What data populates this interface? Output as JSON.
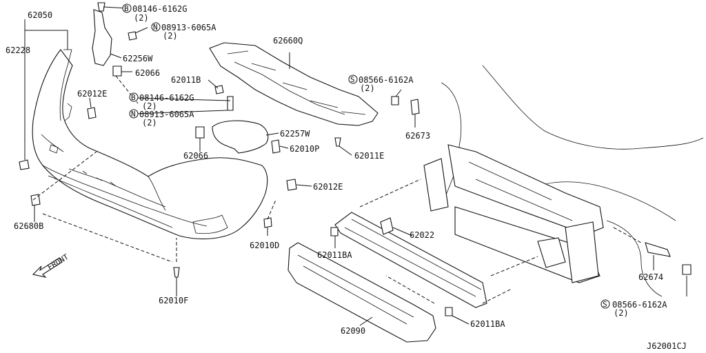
{
  "diagram_code": "J62001CJ",
  "direction_label": "FRONT",
  "callouts": {
    "c62050": "62050",
    "c62228": "62228",
    "c62012E_a": "62012E",
    "c62680B": "62680B",
    "c62010F": "62010F",
    "c62010D": "62010D",
    "c62012E_b": "62012E",
    "c62010P": "62010P",
    "c62257W": "62257W",
    "c62066_a": "62066",
    "c62066_b": "62066",
    "c62256W": "62256W",
    "c62011B": "62011B",
    "c62660Q": "62660Q",
    "c62011E": "62011E",
    "c62673": "62673",
    "c62022": "62022",
    "c62011BA_a": "62011BA",
    "c62011BA_b": "62011BA",
    "c62090": "62090",
    "c62674": "62674"
  },
  "fasteners": {
    "b1": {
      "prefix": "B",
      "code": "08146-6162G",
      "qty": "(2)"
    },
    "n1": {
      "prefix": "N",
      "code": "08913-6065A",
      "qty": "(2)"
    },
    "b2": {
      "prefix": "B",
      "code": "08146-6162G",
      "qty": "(2)"
    },
    "n2": {
      "prefix": "N",
      "code": "08913-6065A",
      "qty": "(2)"
    },
    "s1": {
      "prefix": "S",
      "code": "08566-6162A",
      "qty": "(2)"
    },
    "s2": {
      "prefix": "S",
      "code": "08566-6162A",
      "qty": "(2)"
    }
  }
}
